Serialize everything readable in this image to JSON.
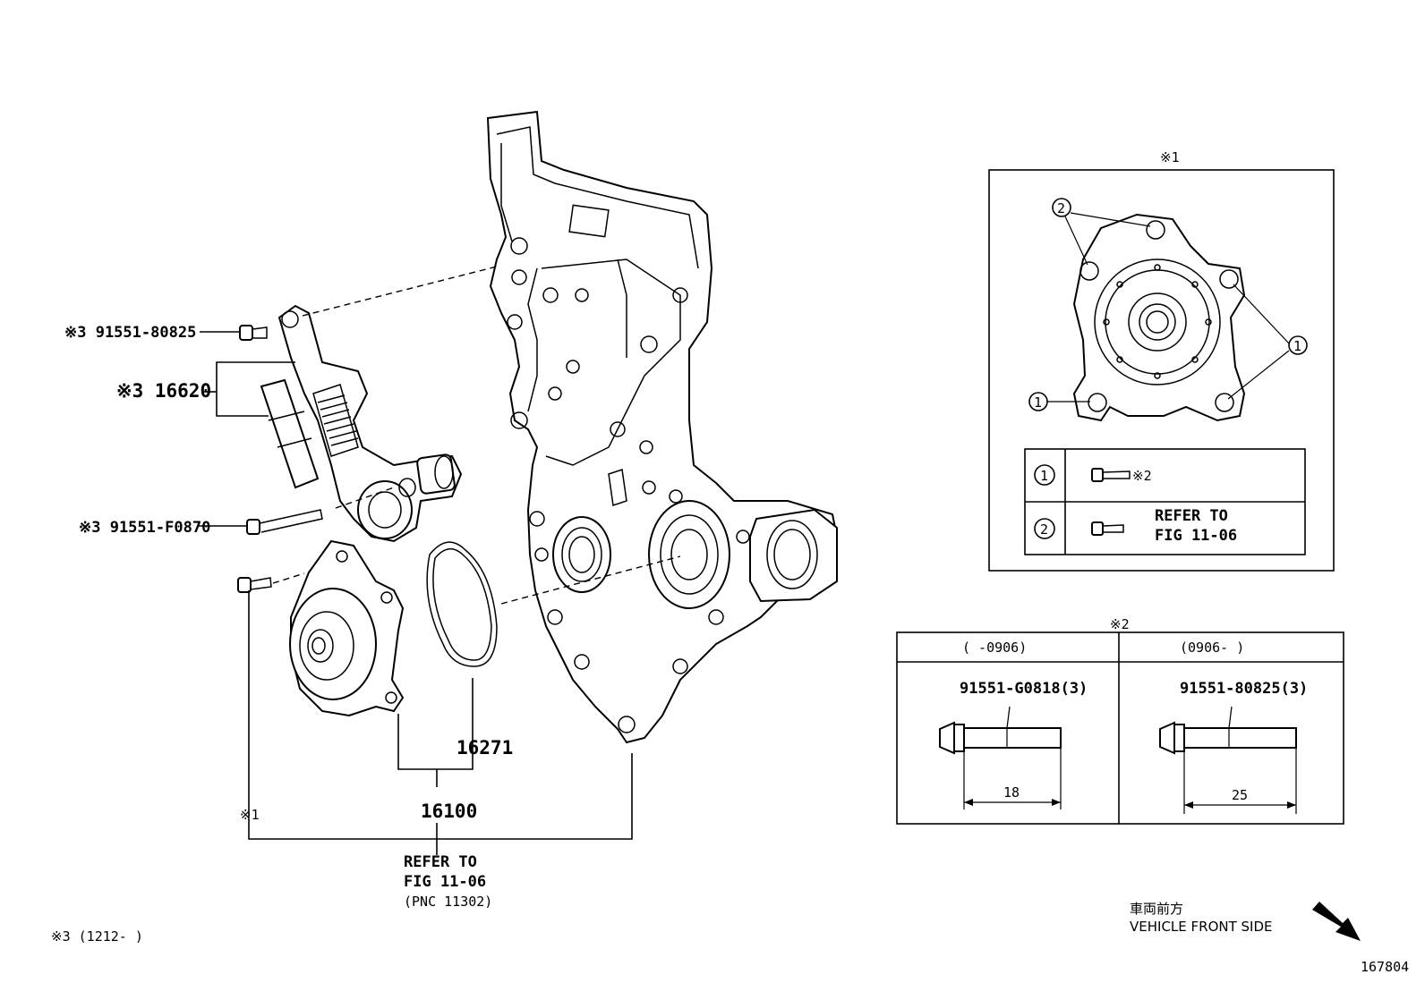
{
  "labels": {
    "bolt_top": "※3 91551-80825",
    "tensioner": "※3 16620",
    "bolt_long": "※3 91551-F0870",
    "gasket": "16271",
    "pump": "16100",
    "note1_left": "※1",
    "refer_line1": "REFER TO",
    "refer_line2": "FIG 11-06",
    "refer_line3": "(PNC 11302)",
    "footnote": "※3 (1212-      )",
    "front_jp": "車両前方",
    "front_en": "VEHICLE FRONT SIDE",
    "figure_number": "167804"
  },
  "inset1": {
    "title": "※1",
    "callout_1": "1",
    "callout_2": "2",
    "table": {
      "row1_index": "1",
      "row1_text": "※2",
      "row2_index": "2",
      "row2_line1": "REFER TO",
      "row2_line2": "FIG 11-06"
    }
  },
  "inset2": {
    "title": "※2",
    "col1_header": "(      -0906)",
    "col2_header": "(0906-      )",
    "col1_part": "91551-G0818(3)",
    "col2_part": "91551-80825(3)",
    "col1_length": "18",
    "col2_length": "25"
  }
}
